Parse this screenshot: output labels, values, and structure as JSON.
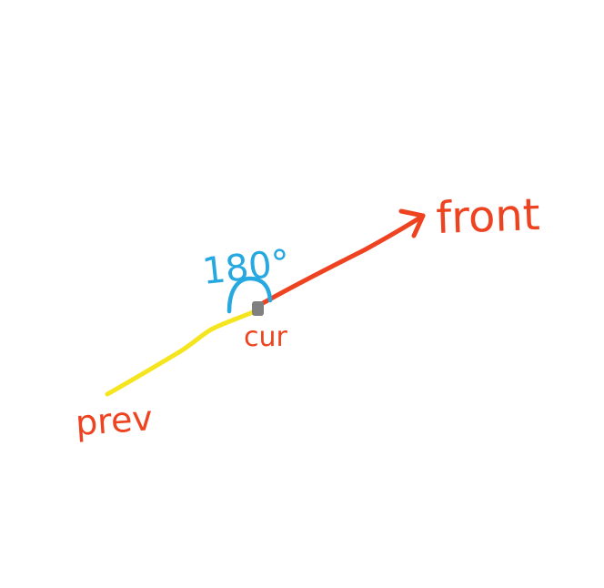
{
  "labels": {
    "front": "front",
    "angle": "180°",
    "current": "cur",
    "previous": "prev"
  },
  "colors": {
    "background": "#ffffff",
    "front_segment": "#ee4321",
    "prev_segment": "#f5e51f",
    "angle_arc": "#26a9e0",
    "current_point": "#808080",
    "label_red": "#ee4321",
    "label_blue": "#26a9e0"
  }
}
